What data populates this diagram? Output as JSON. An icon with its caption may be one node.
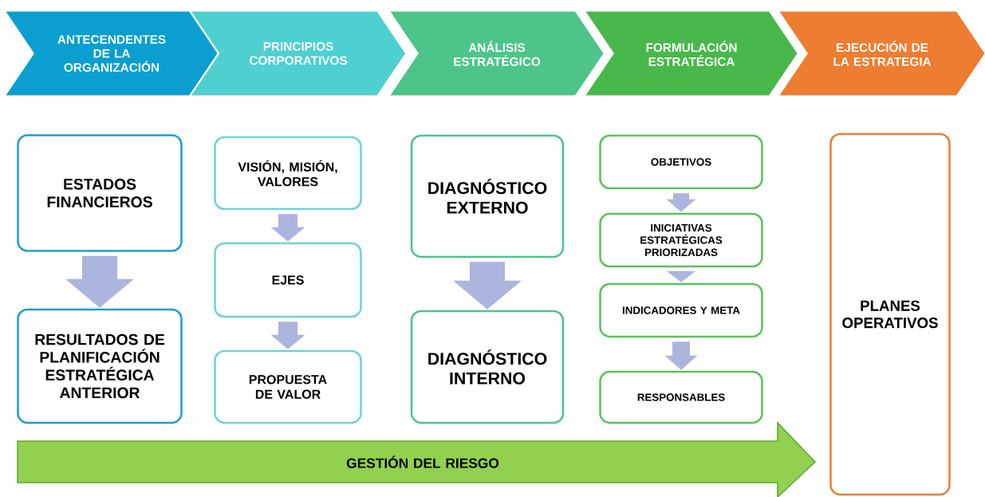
{
  "diagram": {
    "nodes": [
      {
        "text": [
          "ANTECENDENTES DE LA ORGANIZACIÓN"
        ]
      },
      {
        "text": [
          "PRINCIPIOS CORPORATIVOS"
        ]
      },
      {
        "text": [
          "ANÁLISIS ESTRATÉGICO"
        ]
      },
      {
        "text": [
          "FORMULACIÓN ESTRATÉGICA"
        ]
      },
      {
        "text": [
          "EJECUCIÓN DE LA ESTRATEGIA"
        ]
      },
      {
        "text": [
          "ESTADOS FINANCIEROS"
        ]
      },
      {
        "text": [
          "RESULTADOS DE PLANIFICACIÓN ESTRATÉGICA ANTERIOR"
        ]
      },
      {
        "text": [
          "VISIÓN, MISIÓN, VALORES"
        ]
      },
      {
        "text": [
          "EJES"
        ]
      },
      {
        "text": [
          "PROPUESTA DE VALOR"
        ]
      },
      {
        "text": [
          "DIAGNÓSTICO EXTERNO"
        ]
      },
      {
        "text": [
          "DIAGNÓSTICO INTERNO"
        ]
      },
      {
        "text": [
          "OBJETIVOS"
        ]
      },
      {
        "text": [
          "INICIATIVAS ESTRATÉGICAS PRIORIZADAS"
        ]
      },
      {
        "text": [
          "INDICADORES Y META"
        ]
      },
      {
        "text": [
          "RESPONSABLES"
        ]
      },
      {
        "text": [
          "PLANES OPERATIVOS"
        ]
      },
      {
        "text": [
          "GESTIÓN DEL RIESGO"
        ]
      }
    ],
    "edges": [
      {
        "from": 5,
        "to": 6,
        "arrow": "to",
        "style": "thick"
      },
      {
        "from": 7,
        "to": 8,
        "arrow": "to"
      },
      {
        "from": 8,
        "to": 9,
        "arrow": "to"
      },
      {
        "from": 10,
        "to": 11,
        "arrow": "to",
        "style": "thick"
      },
      {
        "from": 12,
        "to": 13,
        "arrow": "to"
      },
      {
        "from": 13,
        "to": 14,
        "arrow": "to"
      },
      {
        "from": 14,
        "to": 15,
        "arrow": "to"
      }
    ]
  }
}
